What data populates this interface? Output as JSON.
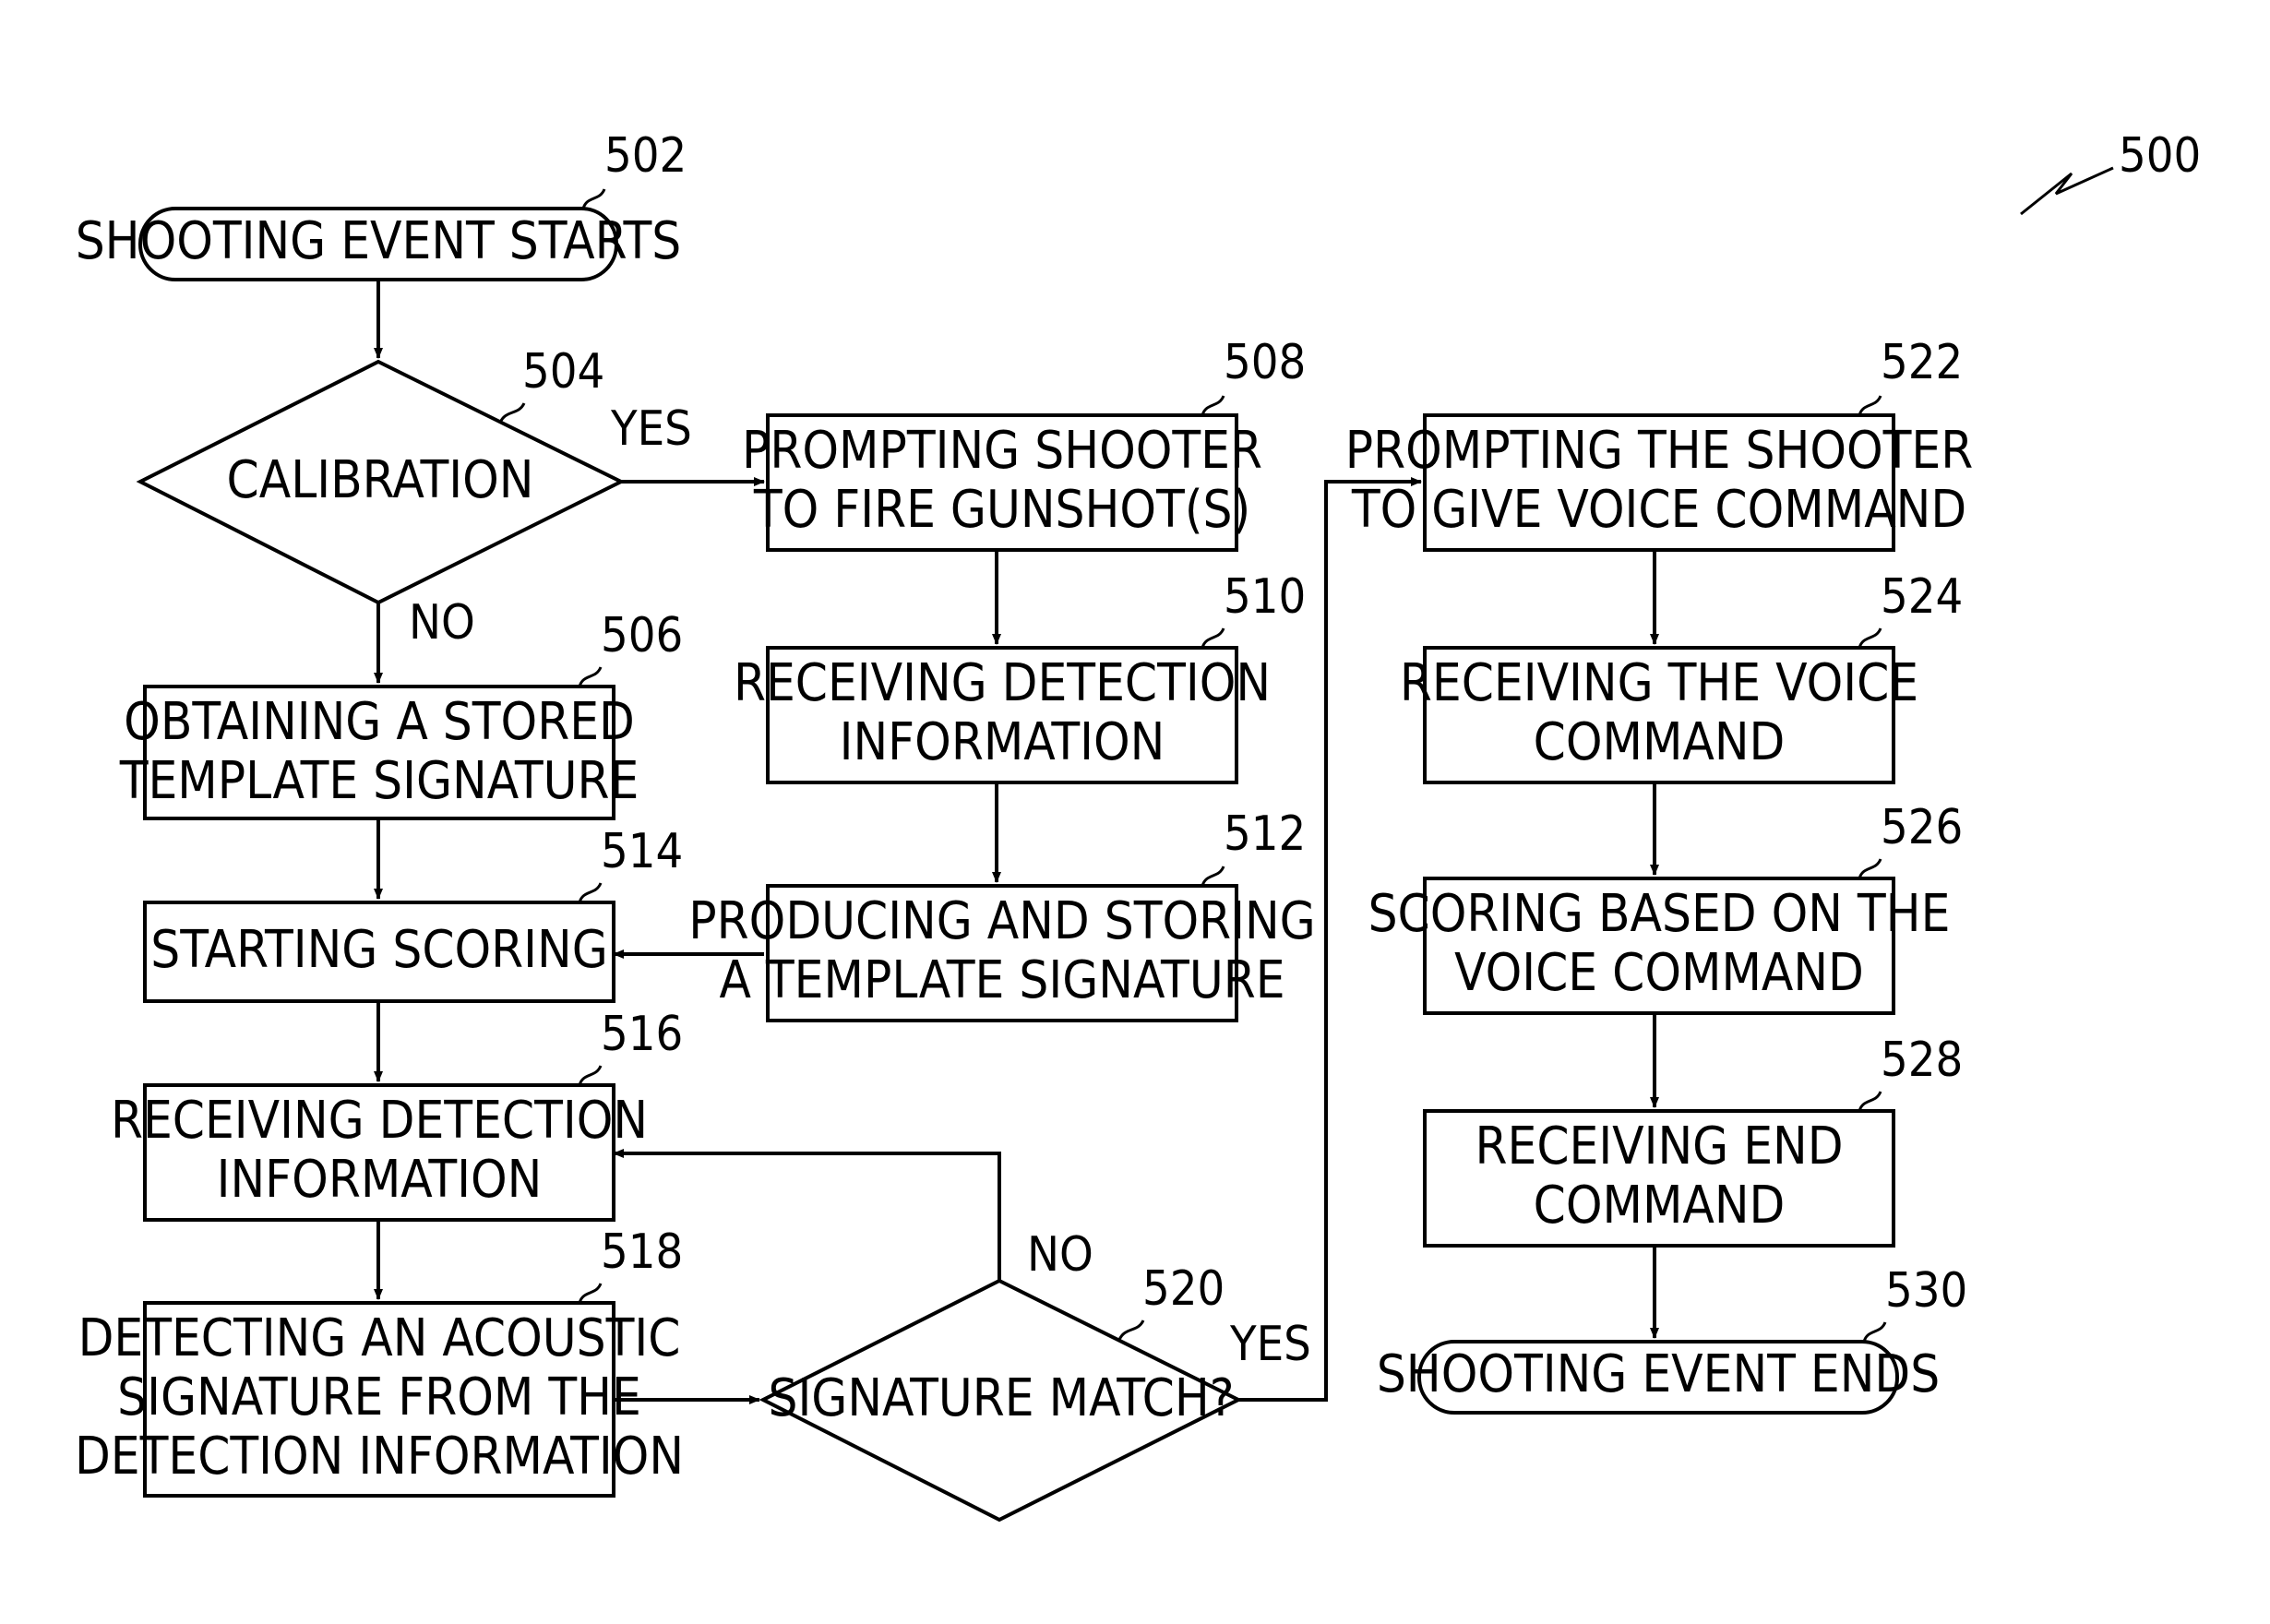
{
  "figure_ref": "500",
  "nodes": {
    "n502": {
      "ref": "502",
      "lines": [
        "SHOOTING EVENT STARTS"
      ]
    },
    "n504": {
      "ref": "504",
      "lines": [
        "CALIBRATION"
      ]
    },
    "n506": {
      "ref": "506",
      "lines": [
        "OBTAINING A STORED",
        "TEMPLATE SIGNATURE"
      ]
    },
    "n508": {
      "ref": "508",
      "lines": [
        "PROMPTING SHOOTER",
        "TO FIRE GUNSHOT(S)"
      ]
    },
    "n510": {
      "ref": "510",
      "lines": [
        "RECEIVING DETECTION",
        "INFORMATION"
      ]
    },
    "n512": {
      "ref": "512",
      "lines": [
        "PRODUCING AND STORING",
        "A TEMPLATE SIGNATURE"
      ]
    },
    "n514": {
      "ref": "514",
      "lines": [
        "STARTING SCORING"
      ]
    },
    "n516": {
      "ref": "516",
      "lines": [
        "RECEIVING DETECTION",
        "INFORMATION"
      ]
    },
    "n518": {
      "ref": "518",
      "lines": [
        "DETECTING AN ACOUSTIC",
        "SIGNATURE FROM THE",
        "DETECTION INFORMATION"
      ]
    },
    "n520": {
      "ref": "520",
      "lines": [
        "SIGNATURE MATCH?"
      ]
    },
    "n522": {
      "ref": "522",
      "lines": [
        "PROMPTING THE SHOOTER",
        "TO GIVE VOICE COMMAND"
      ]
    },
    "n524": {
      "ref": "524",
      "lines": [
        "RECEIVING THE VOICE",
        "COMMAND"
      ]
    },
    "n526": {
      "ref": "526",
      "lines": [
        "SCORING BASED ON THE",
        "VOICE COMMAND"
      ]
    },
    "n528": {
      "ref": "528",
      "lines": [
        "RECEIVING END",
        "COMMAND"
      ]
    },
    "n530": {
      "ref": "530",
      "lines": [
        "SHOOTING EVENT ENDS"
      ]
    }
  },
  "edge_labels": {
    "calibration_yes": "YES",
    "calibration_no": "NO",
    "match_no": "NO",
    "match_yes": "YES"
  }
}
